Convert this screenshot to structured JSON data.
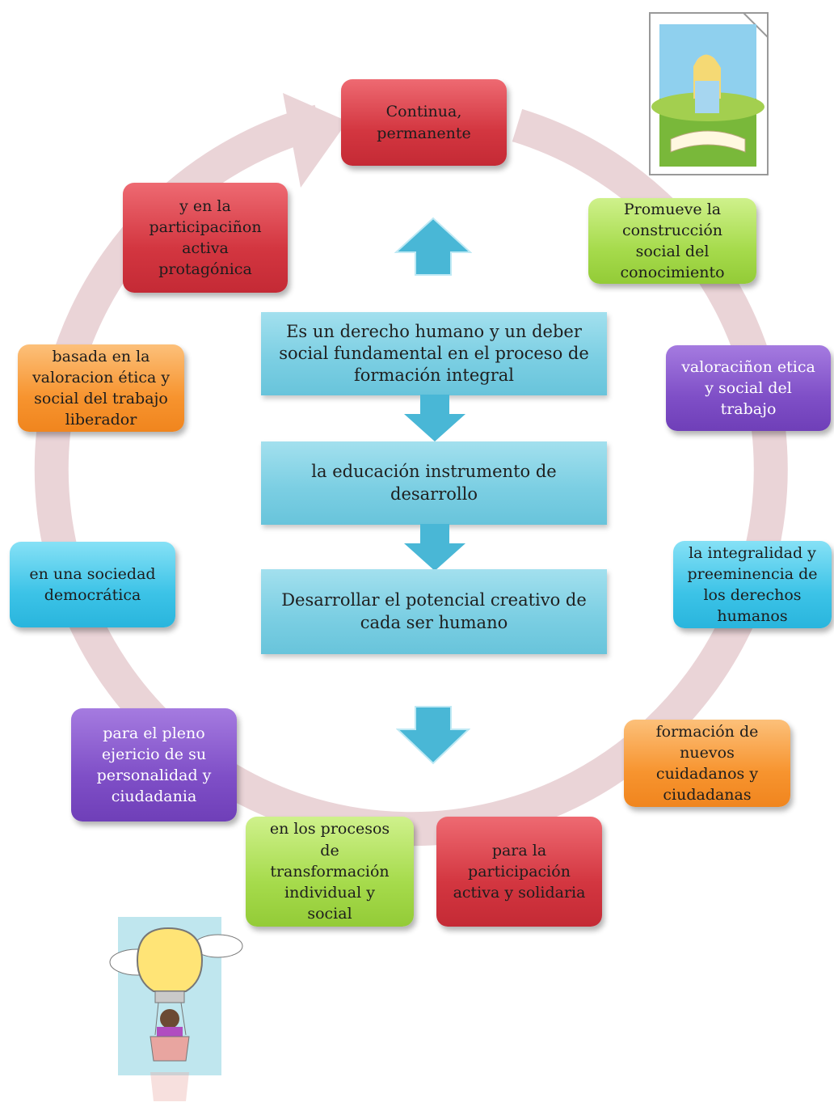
{
  "colors": {
    "ring": "#ead4d7",
    "red": "#d33640",
    "green": "#a6db4c",
    "purple": "#7f4fc7",
    "blue": "#3cc3e7",
    "orange": "#f7942f",
    "center_box": "#7ccfe3",
    "center_arrows": "#49b7d6"
  },
  "cycle_nodes": [
    {
      "text": "Continua,\npermanente",
      "color": "red"
    },
    {
      "text": "Promueve la\nconstrucción\nsocial del\nconocimiento",
      "color": "green"
    },
    {
      "text": "valoraciñon etica\ny social del\ntrabajo",
      "color": "purple"
    },
    {
      "text": "la integralidad y\npreeminencia de\nlos derechos\nhumanos",
      "color": "blue"
    },
    {
      "text": "formación de\nnuevos\ncuidadanos y\nciudadanas",
      "color": "orange"
    },
    {
      "text": "para la\nparticipación\nactiva y solidaria",
      "color": "red"
    },
    {
      "text": "en los procesos\nde\ntransformación\nindividual y\nsocial",
      "color": "green"
    },
    {
      "text": "para el pleno\nejericio de su\npersonalidad y\nciudadania",
      "color": "purple"
    },
    {
      "text": "en una sociedad\ndemocrática",
      "color": "blue"
    },
    {
      "text": "basada en la\nvaloracion ética y\nsocial del trabajo\nliberador",
      "color": "orange"
    },
    {
      "text": "y en la\nparticipaciñon\nactiva\nprotagónica",
      "color": "red"
    }
  ],
  "center_process": [
    {
      "text": "Es un derecho humano y un deber\nsocial fundamental en el proceso de\nformación integral"
    },
    {
      "text": "la educación instrumento de\ndesarrollo"
    },
    {
      "text": "Desarrollar el potencial creativo de\ncada ser humano"
    }
  ],
  "icons": {
    "up_arrow": "up-arrow-icon",
    "down_arrow": "down-arrow-icon",
    "top_picture": "girl-reading-book-picture",
    "bottom_picture": "lightbulb-balloon-picture"
  }
}
